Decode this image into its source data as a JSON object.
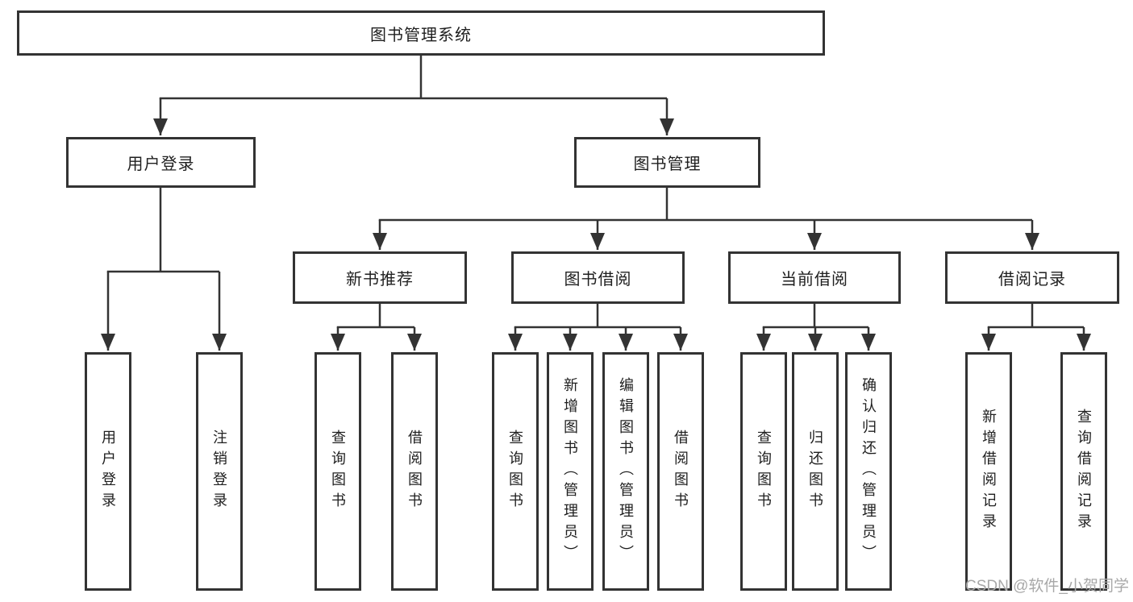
{
  "diagram": {
    "root": {
      "label": "图书管理系统"
    },
    "children": [
      {
        "label": "用户登录",
        "children": [
          {
            "label": "用户登录"
          },
          {
            "label": "注销登录"
          }
        ]
      },
      {
        "label": "图书管理",
        "children": [
          {
            "label": "新书推荐",
            "children": [
              {
                "label": "查询图书"
              },
              {
                "label": "借阅图书"
              }
            ]
          },
          {
            "label": "图书借阅",
            "children": [
              {
                "label": "查询图书"
              },
              {
                "label": "新增图书（管理员）"
              },
              {
                "label": "编辑图书（管理员）"
              },
              {
                "label": "借阅图书"
              }
            ]
          },
          {
            "label": "当前借阅",
            "children": [
              {
                "label": "查询图书"
              },
              {
                "label": "归还图书"
              },
              {
                "label": "确认归还（管理员）"
              }
            ]
          },
          {
            "label": "借阅记录",
            "children": [
              {
                "label": "新增借阅记录"
              },
              {
                "label": "查询借阅记录"
              }
            ]
          }
        ]
      }
    ]
  },
  "watermark": {
    "text": "CSDN @软件_小贺同学"
  },
  "colors": {
    "line": "#333333",
    "text": "#1f1f1f",
    "watermark": "#a8a8a8",
    "background": "#ffffff"
  }
}
